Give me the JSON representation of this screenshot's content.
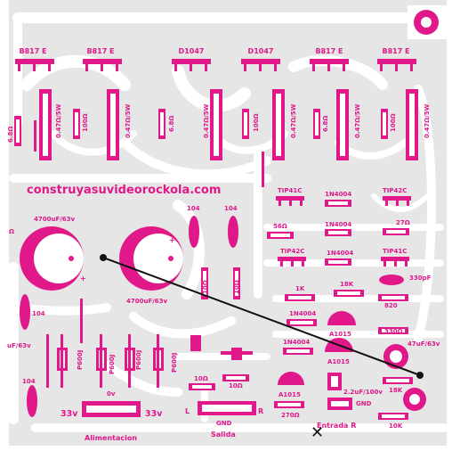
{
  "board": {
    "website": "construyasuvideorockola.com",
    "colors": {
      "background": "#e6e6e6",
      "copper": "#ffffff",
      "silkscreen": "#e0188a",
      "marker": "#111111"
    }
  },
  "top_transistors": [
    "B817 E",
    "B817 E",
    "D1047",
    "D1047",
    "B817 E",
    "B817 E"
  ],
  "top_resistors": {
    "power": "0.47Ω/5W",
    "small_1": "100Ω",
    "small_2": "6.8Ω",
    "small_3": "100Ω",
    "small_4": "6.8Ω",
    "small_5": "100Ω",
    "partial_left": "6.8Ω"
  },
  "capacitors": {
    "cap_left": "4700uF/63v",
    "cap_right": "4700uF/63v",
    "ceramic_1": "104",
    "ceramic_2": "104",
    "ceramic_3": "104",
    "ceramic_4": "104",
    "film": "P600J",
    "cap_47": "47uF/63v",
    "cap_47_partial": "uF/63v",
    "cap_22": "2.2uF/100v",
    "cap_330p": "330pF"
  },
  "driver": {
    "tip41c_a": "TIP41C",
    "tip42c_a": "TIP42C",
    "tip42c_b": "TIP42C",
    "tip41c_b": "TIP41C",
    "diode": "1N4004",
    "r_56": "56Ω",
    "r_27": "27Ω",
    "r_1k": "1K",
    "r_18k": "18K",
    "r_820": "820",
    "r_330": "330Ω",
    "a1015": "A1015",
    "r_270": "270Ω",
    "r_10k": "10K",
    "r_10": "10Ω"
  },
  "misc": {
    "v_0": "0v",
    "v_33_left": "33v",
    "v_33_right": "33v",
    "alimentacion": "Alimentacion",
    "salida": "Salida",
    "gnd": "GND",
    "gnd_2": "GND",
    "out_l": "L",
    "out_r": "R",
    "entrada": "Entrada R",
    "cross_mark": "✕",
    "partial_r": "Ω"
  }
}
